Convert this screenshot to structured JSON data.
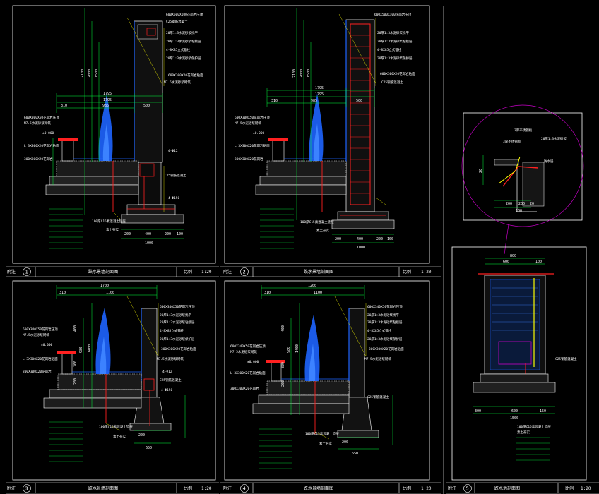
{
  "sheets": [
    {
      "id": "s1",
      "number": "1",
      "label_left": "附注",
      "title": "跌水景墙剖面图",
      "scale_label": "比例",
      "scale": "1:20",
      "dims_top": [
        "1795",
        "1795",
        "310",
        "985",
        "500"
      ],
      "dims_left": [
        "2100",
        "2000",
        "1500"
      ],
      "dims_bottom": [
        "200",
        "400",
        "200",
        "100",
        "1000"
      ],
      "notes": [
        "600X500X100花岗岩压顶",
        "C25钢筋混凝土",
        "20厚1:3水泥砂浆找平",
        "20厚1:3水泥砂浆粘接层",
        "4-8X85立式锚栓",
        "20厚1:3水泥砂浆保护层",
        "600X300X20花岗岩贴面",
        "M7.5水泥砂浆砌筑",
        "600X300X50花岗岩压顶",
        "M7.5水泥砂浆砌筑",
        "±0.000",
        "L 3X300X20花岗岩贴面",
        "300X300X20花岗岩",
        "C25钢筋混凝土",
        "4-Φ12",
        "4-Φ150",
        "100厚C15素混凝土垫层",
        "素土夯实"
      ]
    },
    {
      "id": "s2",
      "number": "2",
      "label_left": "附注",
      "title": "跌水景墙剖面图",
      "scale_label": "比例",
      "scale": "1:20",
      "dims_top": [
        "1795",
        "1795",
        "310",
        "985",
        "500"
      ],
      "dims_left": [
        "2100",
        "2000",
        "1500"
      ],
      "dims_bottom": [
        "200",
        "400",
        "200",
        "100",
        "1000"
      ],
      "notes": [
        "600X500X100花岗岩压顶",
        "20厚1:3水泥砂浆找平",
        "20厚1:3水泥砂浆粘接层",
        "4-8X85立式锚栓",
        "20厚1:3水泥砂浆保护层",
        "600X300X20花岗岩贴面",
        "C25钢筋混凝土",
        "600X300X50花岗岩压顶",
        "M7.5水泥砂浆砌筑",
        "±0.000",
        "L 3X300X20花岗岩贴面",
        "300X300X20花岗岩",
        "100厚C15素混凝土垫层",
        "素土夯实"
      ]
    },
    {
      "id": "s3",
      "number": "3",
      "label_left": "附注",
      "title": "跌水景墙剖面图",
      "scale_label": "比例",
      "scale": "1:20",
      "dims_top": [
        "1700",
        "310",
        "1100"
      ],
      "dims_left": [
        "1400",
        "980",
        "400",
        "300",
        "200"
      ],
      "dims_bottom": [
        "200",
        "650"
      ],
      "notes": [
        "600X340X50花岗岩压顶",
        "20厚1:3水泥砂浆找平",
        "20厚1:3水泥砂浆粘接层",
        "4-8X85立式锚栓",
        "20厚1:3水泥砂浆保护层",
        "300X300X20花岗岩贴面",
        "M7.5水泥砂浆砌筑",
        "600X340X50花岗岩压顶",
        "M7.5水泥砂浆砌筑",
        "±0.000",
        "L 3X300X20花岗岩贴面",
        "300X300X20花岗岩",
        "C25钢筋混凝土",
        "4-Φ12",
        "4-Φ150",
        "100厚C15素混凝土垫层",
        "素土夯实"
      ]
    },
    {
      "id": "s4",
      "number": "4",
      "label_left": "附注",
      "title": "跌水景墙剖面图",
      "scale_label": "比例",
      "scale": "1:20",
      "dims_top": [
        "1200",
        "310",
        "1100"
      ],
      "dims_left": [
        "1400",
        "980",
        "400",
        "300",
        "200"
      ],
      "dims_bottom": [
        "200",
        "650"
      ],
      "notes": [
        "600X340X50花岗岩压顶",
        "20厚1:3水泥砂浆找平",
        "20厚1:3水泥砂浆粘接层",
        "4-8X85立式锚栓",
        "20厚1:3水泥砂浆保护层",
        "300X300X20花岗岩贴面",
        "M7.5水泥砂浆砌筑",
        "600X340X50花岗岩压顶",
        "M7.5水泥砂浆砌筑",
        "±0.000",
        "L 3X300X20花岗岩贴面",
        "300X300X20花岗岩",
        "C25钢筋混凝土",
        "100厚C15素混凝土垫层",
        "素土夯实"
      ]
    },
    {
      "id": "s5",
      "number": "5",
      "label_left": "附注",
      "title": "跌水池剖面图",
      "scale_label": "比例",
      "scale": "1:20",
      "dims_top": [
        "800",
        "600",
        "100"
      ],
      "dims_bottom": [
        "300",
        "600",
        "150",
        "1500"
      ],
      "detail_dims": [
        "200",
        "200",
        "20",
        "20",
        "100"
      ],
      "notes": [
        "3厚不锈钢板",
        "3厚不锈钢板",
        "20厚1:3水泥砂浆",
        "防水层",
        "C25钢筋混凝土",
        "100厚C15素混凝土垫层",
        "素土夯实"
      ]
    }
  ],
  "colors": {
    "background": "#000000",
    "frame": "#ffffff",
    "dimension": "#00ff3c",
    "rebar": "#ff2020",
    "water": "#1e64ff",
    "leader": "#ffff00",
    "detail_circle": "#c800c8"
  }
}
